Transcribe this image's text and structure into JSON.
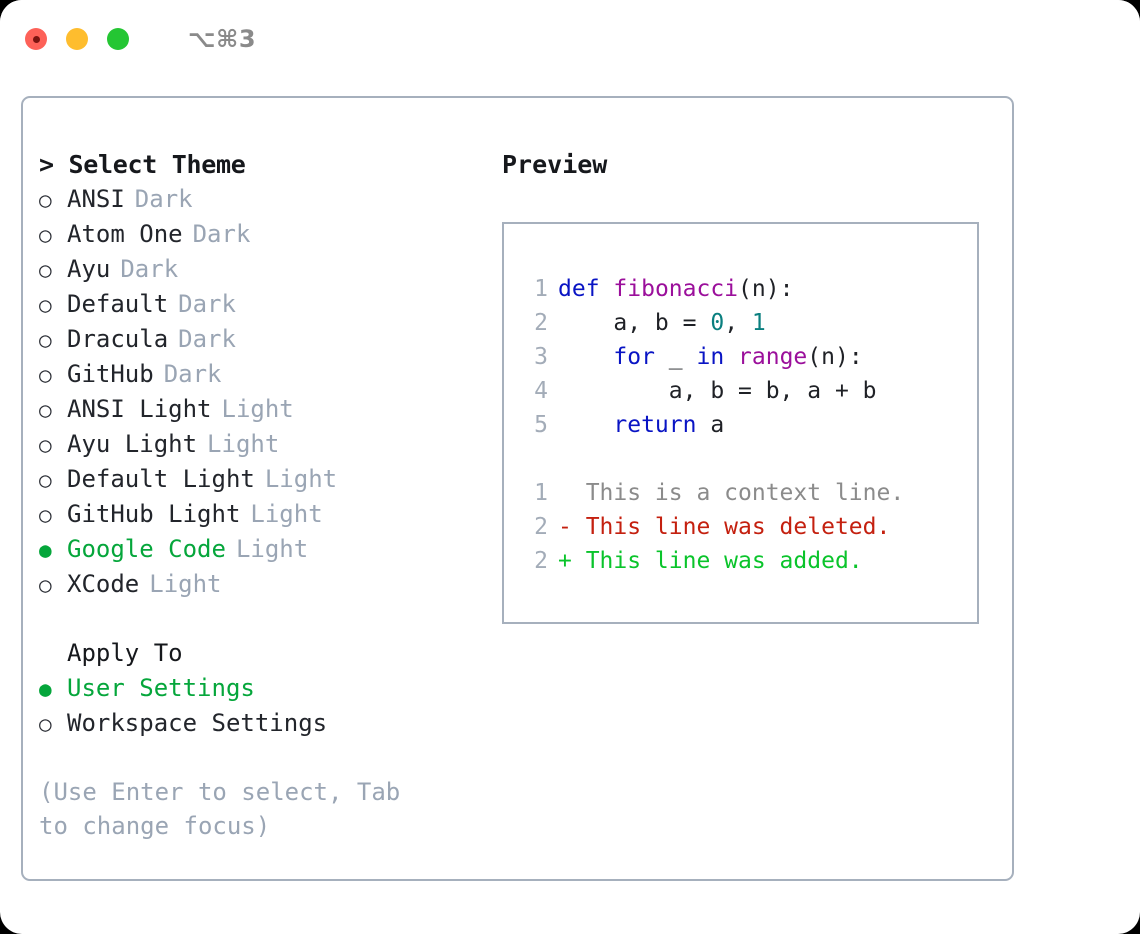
{
  "titlebar": {
    "shortcut": "⌥⌘3",
    "buttons": [
      {
        "name": "close",
        "color": "#fd6158"
      },
      {
        "name": "minimize",
        "color": "#febd2e"
      },
      {
        "name": "maximize",
        "color": "#24c633"
      }
    ]
  },
  "theme_panel": {
    "heading": "> Select Theme",
    "bullets": {
      "unselected": "○",
      "selected": "●"
    },
    "items": [
      {
        "label": "ANSI",
        "tag": "Dark",
        "selected": false
      },
      {
        "label": "Atom One",
        "tag": "Dark",
        "selected": false
      },
      {
        "label": "Ayu",
        "tag": "Dark",
        "selected": false
      },
      {
        "label": "Default",
        "tag": "Dark",
        "selected": false
      },
      {
        "label": "Dracula",
        "tag": "Dark",
        "selected": false
      },
      {
        "label": "GitHub",
        "tag": "Dark",
        "selected": false
      },
      {
        "label": "ANSI Light",
        "tag": "Light",
        "selected": false
      },
      {
        "label": "Ayu Light",
        "tag": "Light",
        "selected": false
      },
      {
        "label": "Default Light",
        "tag": "Light",
        "selected": false
      },
      {
        "label": "GitHub Light",
        "tag": "Light",
        "selected": false
      },
      {
        "label": "Google Code",
        "tag": "Light",
        "selected": true
      },
      {
        "label": "XCode",
        "tag": "Light",
        "selected": false
      }
    ]
  },
  "apply_to": {
    "heading": "Apply To",
    "items": [
      {
        "label": "User Settings",
        "selected": true
      },
      {
        "label": "Workspace Settings",
        "selected": false
      }
    ]
  },
  "hint": "(Use Enter to select, Tab to change focus)",
  "preview": {
    "heading": "Preview",
    "code_lines": [
      {
        "n": "1",
        "tokens": [
          {
            "t": "def",
            "c": "kw"
          },
          {
            "t": " ",
            "c": "punc"
          },
          {
            "t": "fibonacci",
            "c": "fn"
          },
          {
            "t": "(n):",
            "c": "punc"
          }
        ]
      },
      {
        "n": "2",
        "tokens": [
          {
            "t": "    a, b = ",
            "c": "var"
          },
          {
            "t": "0",
            "c": "num"
          },
          {
            "t": ", ",
            "c": "punc"
          },
          {
            "t": "1",
            "c": "num"
          }
        ]
      },
      {
        "n": "3",
        "tokens": [
          {
            "t": "    ",
            "c": "var"
          },
          {
            "t": "for",
            "c": "kw"
          },
          {
            "t": " _ ",
            "c": "var"
          },
          {
            "t": "in",
            "c": "kw"
          },
          {
            "t": " ",
            "c": "var"
          },
          {
            "t": "range",
            "c": "fn"
          },
          {
            "t": "(n):",
            "c": "punc"
          }
        ]
      },
      {
        "n": "4",
        "tokens": [
          {
            "t": "        a, b = b, a + b",
            "c": "var"
          }
        ]
      },
      {
        "n": "5",
        "tokens": [
          {
            "t": "    ",
            "c": "var"
          },
          {
            "t": "return",
            "c": "kw"
          },
          {
            "t": " a",
            "c": "var"
          }
        ]
      }
    ],
    "diff_lines": [
      {
        "n": "1",
        "marker": " ",
        "text": "  This is a context line.",
        "kind": "ctx"
      },
      {
        "n": "2",
        "marker": "-",
        "text": "- This line was deleted.",
        "kind": "del"
      },
      {
        "n": "2",
        "marker": "+",
        "text": "+ This line was added.",
        "kind": "add"
      }
    ]
  },
  "colors": {
    "accent_green": "#05a63b",
    "muted_gray": "#9aa5b4",
    "border": "#a6b0bd",
    "keyword": "#0914c4",
    "function": "#9b0f9b",
    "number": "#0a7f7f",
    "diff_added": "#0ac42b",
    "diff_deleted": "#c4200f",
    "diff_context": "#8b8b8b"
  }
}
